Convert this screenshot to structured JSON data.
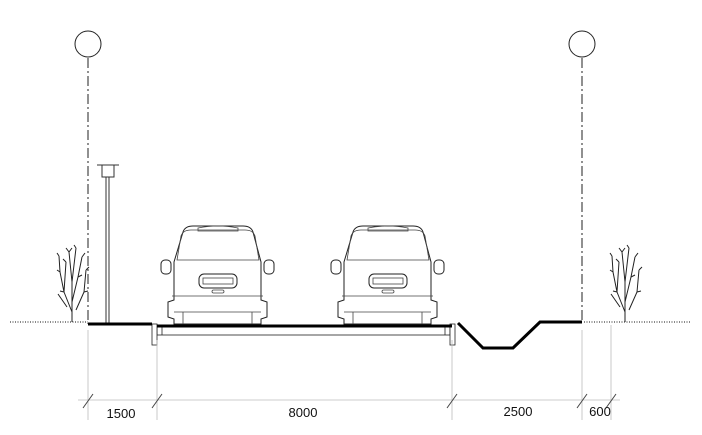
{
  "diagram": {
    "type": "road-cross-section",
    "dimensions": [
      {
        "label": "1500",
        "segment": "sidewalk"
      },
      {
        "label": "8000",
        "segment": "carriageway"
      },
      {
        "label": "2500",
        "segment": "ditch"
      },
      {
        "label": "600",
        "segment": "verge"
      }
    ],
    "colors": {
      "line": "#000000",
      "dimension": "#bbbbbb"
    }
  }
}
